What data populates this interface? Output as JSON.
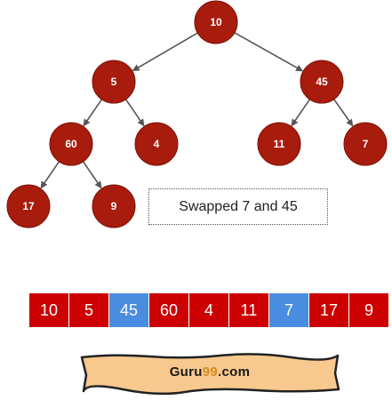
{
  "colors": {
    "node": "#a81c0d",
    "node_border": "#7a1208",
    "edge": "#555555",
    "cell": "#cc0000",
    "cell_highlight": "#4a8de0",
    "logo_fill": "#f7c98f",
    "logo_stroke": "#222222"
  },
  "tree": {
    "nodes": [
      {
        "id": "n0",
        "label": "10"
      },
      {
        "id": "n1",
        "label": "5"
      },
      {
        "id": "n2",
        "label": "45"
      },
      {
        "id": "n3",
        "label": "60"
      },
      {
        "id": "n4",
        "label": "4"
      },
      {
        "id": "n5",
        "label": "11"
      },
      {
        "id": "n6",
        "label": "7"
      },
      {
        "id": "n7",
        "label": "17"
      },
      {
        "id": "n8",
        "label": "9"
      }
    ],
    "edges": [
      {
        "from": "n0",
        "to": "n1"
      },
      {
        "from": "n0",
        "to": "n2"
      },
      {
        "from": "n1",
        "to": "n3"
      },
      {
        "from": "n1",
        "to": "n4"
      },
      {
        "from": "n2",
        "to": "n5"
      },
      {
        "from": "n2",
        "to": "n6"
      },
      {
        "from": "n3",
        "to": "n7"
      },
      {
        "from": "n3",
        "to": "n8"
      }
    ]
  },
  "note": "Swapped 7 and 45",
  "array": [
    {
      "value": "10",
      "highlight": false
    },
    {
      "value": "5",
      "highlight": false
    },
    {
      "value": "45",
      "highlight": true
    },
    {
      "value": "60",
      "highlight": false
    },
    {
      "value": "4",
      "highlight": false
    },
    {
      "value": "11",
      "highlight": false
    },
    {
      "value": "7",
      "highlight": true
    },
    {
      "value": "17",
      "highlight": false
    },
    {
      "value": "9",
      "highlight": false
    }
  ],
  "logo": {
    "prefix": "Guru",
    "accent": "99",
    "suffix": ".com"
  }
}
